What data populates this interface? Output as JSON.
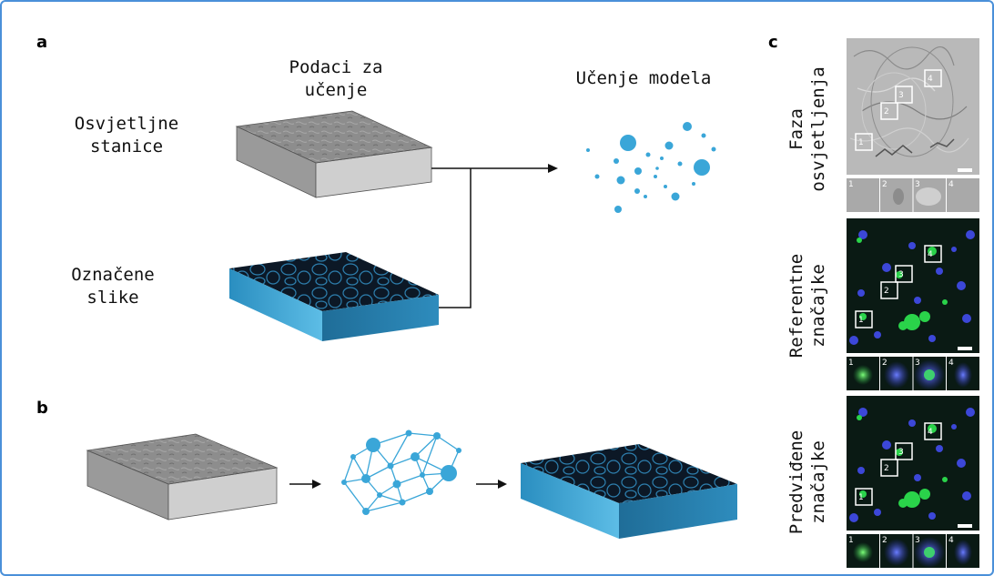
{
  "panels": {
    "a": "a",
    "b": "b",
    "c": "c"
  },
  "panel_a": {
    "training_data_label": [
      "Podaci za",
      "učenje"
    ],
    "model_label": "Učenje modela",
    "input_label": [
      "Osvjetljne",
      "stanice"
    ],
    "labeled_label": [
      "Označene",
      "slike"
    ]
  },
  "panel_c": {
    "rows": [
      {
        "label": [
          "Faza",
          "osvjetljenja"
        ],
        "style": "phase"
      },
      {
        "label": [
          "Referentne",
          "značajke"
        ],
        "style": "fluor"
      },
      {
        "label": [
          "Predviđene",
          "značajke"
        ],
        "style": "fluor"
      }
    ],
    "roi_numbers": [
      "1",
      "2",
      "3",
      "4"
    ]
  },
  "colors": {
    "accent_blue": "#3aa6d8",
    "gray_block": "#8f8f8f",
    "dark_block": "#0d1b2a",
    "frame_border": "#4a90d9"
  }
}
